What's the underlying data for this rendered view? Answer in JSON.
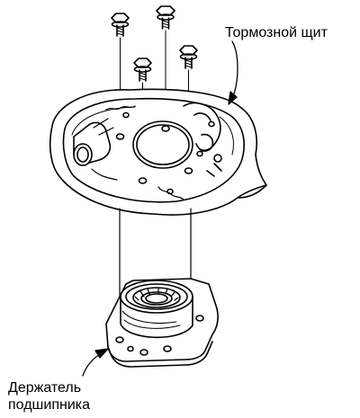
{
  "labels": {
    "brake_shield": "Тормозной щит",
    "bearing_holder_line1": "Держатель",
    "bearing_holder_line2": "подшипника"
  },
  "colors": {
    "ink": "#000000",
    "background": "#ffffff"
  },
  "components": [
    "bolt",
    "bolt",
    "bolt",
    "bolt",
    "brake-backing-plate",
    "wheel-cylinder",
    "bearing-holder",
    "bearing"
  ]
}
